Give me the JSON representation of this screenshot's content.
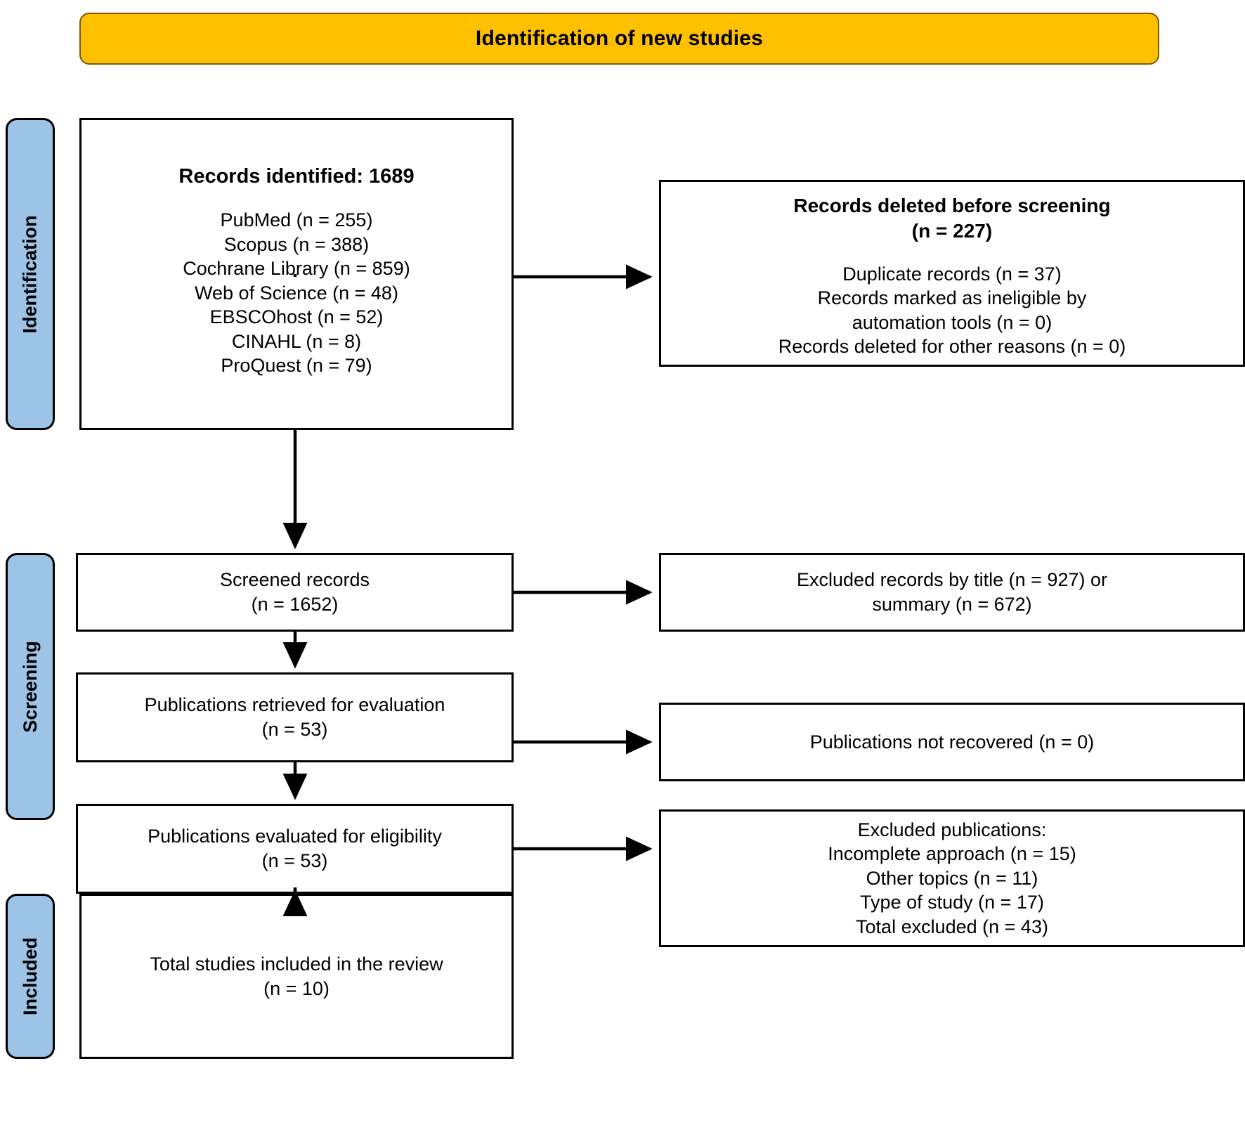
{
  "header": {
    "title": "Identification of new studies",
    "color": "#FFC000"
  },
  "stages": {
    "identification": "Identification",
    "screening": "Screening",
    "included": "Included",
    "color": "#9DC3E6"
  },
  "boxes": {
    "identified": {
      "title": "Records identified: 1689",
      "sources": [
        "PubMed (n = 255)",
        "Scopus (n = 388)",
        "Cochrane Library (n = 859)",
        "Web of Science (n = 48)",
        "EBSCOhost (n = 52)",
        "CINAHL (n = 8)",
        "ProQuest (n = 79)"
      ]
    },
    "deleted": {
      "title_line1": "Records deleted before screening",
      "title_line2": "(n = 227)",
      "reasons": [
        "Duplicate records (n = 37)",
        "Records marked as ineligible by",
        "automation tools (n = 0)",
        "Records deleted for other reasons (n = 0)"
      ]
    },
    "screened": {
      "line1": "Screened records",
      "line2": "(n = 1652)"
    },
    "excluded_title": {
      "line1": "Excluded records by title (n = 927) or",
      "line2": "summary (n = 672)"
    },
    "retrieved": {
      "line1": "Publications retrieved for evaluation",
      "line2": "(n = 53)"
    },
    "not_recovered": {
      "line1": "Publications not recovered (n = 0)"
    },
    "eligibility": {
      "line1": "Publications evaluated for eligibility",
      "line2": "(n = 53)"
    },
    "excluded_pubs": {
      "lines": [
        "Excluded publications:",
        "Incomplete approach (n = 15)",
        "Other topics (n = 11)",
        "Type of study (n = 17)",
        "Total excluded (n = 43)"
      ]
    },
    "included": {
      "line1": "Total studies included in the review",
      "line2": "(n = 10)"
    }
  },
  "chart_data": {
    "type": "diagram",
    "title": "PRISMA 2020 flow diagram for new systematic reviews",
    "nodes": [
      {
        "id": "identified",
        "stage": "Identification",
        "label": "Records identified",
        "n": 1689,
        "breakdown": [
          {
            "source": "PubMed",
            "n": 255
          },
          {
            "source": "Scopus",
            "n": 388
          },
          {
            "source": "Cochrane Library",
            "n": 859
          },
          {
            "source": "Web of Science",
            "n": 48
          },
          {
            "source": "EBSCOhost",
            "n": 52
          },
          {
            "source": "CINAHL",
            "n": 8
          },
          {
            "source": "ProQuest",
            "n": 79
          }
        ]
      },
      {
        "id": "deleted",
        "stage": "Identification",
        "label": "Records deleted before screening",
        "n": 227,
        "breakdown": [
          {
            "source": "Duplicate records",
            "n": 37
          },
          {
            "source": "Records marked as ineligible by automation tools",
            "n": 0
          },
          {
            "source": "Records deleted for other reasons",
            "n": 0
          }
        ]
      },
      {
        "id": "screened",
        "stage": "Screening",
        "label": "Screened records",
        "n": 1652
      },
      {
        "id": "excluded_title",
        "stage": "Screening",
        "label": "Excluded records by title or summary",
        "breakdown": [
          {
            "source": "Excluded records by title",
            "n": 927
          },
          {
            "source": "Excluded by summary",
            "n": 672
          }
        ]
      },
      {
        "id": "retrieved",
        "stage": "Screening",
        "label": "Publications retrieved for evaluation",
        "n": 53
      },
      {
        "id": "not_recovered",
        "stage": "Screening",
        "label": "Publications not recovered",
        "n": 0
      },
      {
        "id": "eligibility",
        "stage": "Screening",
        "label": "Publications evaluated for eligibility",
        "n": 53
      },
      {
        "id": "excluded_pubs",
        "stage": "Screening",
        "label": "Excluded publications",
        "n": 43,
        "breakdown": [
          {
            "source": "Incomplete approach",
            "n": 15
          },
          {
            "source": "Other topics",
            "n": 11
          },
          {
            "source": "Type of study",
            "n": 17
          },
          {
            "source": "Total excluded",
            "n": 43
          }
        ]
      },
      {
        "id": "included",
        "stage": "Included",
        "label": "Total studies included in the review",
        "n": 10
      }
    ],
    "edges": [
      {
        "from": "identified",
        "to": "deleted",
        "direction": "right"
      },
      {
        "from": "identified",
        "to": "screened",
        "direction": "down"
      },
      {
        "from": "screened",
        "to": "excluded_title",
        "direction": "right"
      },
      {
        "from": "screened",
        "to": "retrieved",
        "direction": "down"
      },
      {
        "from": "retrieved",
        "to": "not_recovered",
        "direction": "right"
      },
      {
        "from": "retrieved",
        "to": "eligibility",
        "direction": "down"
      },
      {
        "from": "eligibility",
        "to": "excluded_pubs",
        "direction": "right"
      },
      {
        "from": "eligibility",
        "to": "included",
        "direction": "down"
      }
    ]
  }
}
